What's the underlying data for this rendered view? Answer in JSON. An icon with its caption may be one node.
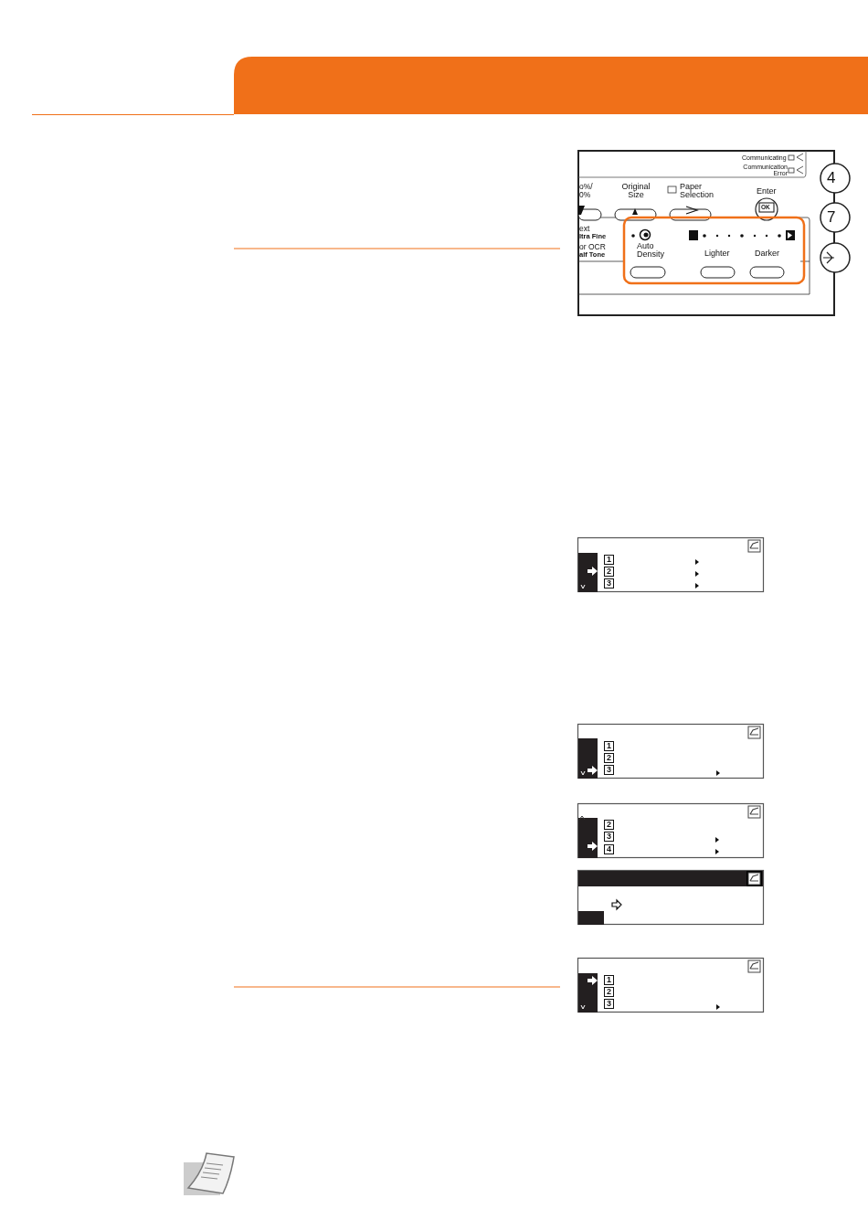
{
  "diagram": {
    "labels": [
      "Communicating",
      "Communication Error",
      "o%/ 0%",
      "Original Size",
      "Paper Selection",
      "Enter",
      "OK",
      "4",
      "7",
      "ext",
      "ltra Fine",
      "or OCR",
      "alf Tone",
      "Auto Density",
      "Lighter",
      "Darker",
      "1",
      "2",
      "3",
      "1",
      "2",
      "3",
      "2",
      "3",
      "4",
      "1",
      "2",
      "3"
    ]
  }
}
